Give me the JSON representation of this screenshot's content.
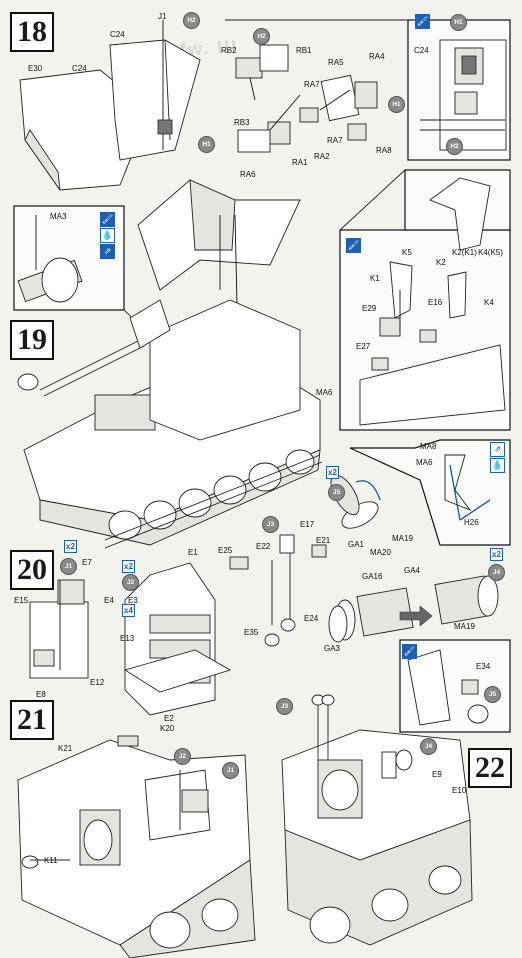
{
  "watermark": "Pz.Kpfw. III",
  "steps": {
    "s18": "18",
    "s19": "19",
    "s20": "20",
    "s21": "21",
    "s22": "22"
  },
  "part_labels": {
    "step18": [
      "J1",
      "C24",
      "E30",
      "C24",
      "H2",
      "H1",
      "RB2",
      "RB1",
      "RA5",
      "RA4",
      "RA7",
      "RA7",
      "RB3",
      "RA1",
      "RA2",
      "RA8",
      "RA6",
      "C24",
      "H1",
      "H2",
      "H1",
      "H2"
    ],
    "step19_inset": [
      "MA3",
      "MA6"
    ],
    "step19_right": [
      "K5",
      "K1",
      "K2",
      "K2(K1)",
      "K4(K5)",
      "K4",
      "E29",
      "E16",
      "E27"
    ],
    "step19_mantlet": [
      "MA8",
      "MA6",
      "H26",
      "J5",
      "GA1",
      "MA20",
      "MA19"
    ],
    "step20": [
      "J1",
      "E7",
      "E15",
      "E4",
      "E3",
      "E8",
      "E12",
      "E1",
      "E13",
      "E2",
      "K20",
      "J2",
      "E25",
      "E22",
      "E21",
      "J3",
      "E17",
      "E35",
      "E24",
      "GA16",
      "GA4",
      "GA3",
      "MA19",
      "J4",
      "E34",
      "J5"
    ],
    "step21": [
      "K21",
      "K11",
      "J2",
      "J1"
    ],
    "step22": [
      "J3",
      "J4",
      "E9",
      "E10"
    ]
  },
  "tags": {
    "j1": "J1",
    "j2": "J2",
    "j3": "J3",
    "j4": "J4",
    "j5": "J5",
    "h1": "H1",
    "h2": "H2"
  },
  "multipliers": {
    "x2a": "x2",
    "x2b": "x2",
    "x4": "x4",
    "x2c": "x2",
    "x2d": "x2"
  },
  "icons": {
    "brush": "🖌",
    "glue": "💧",
    "option": "⇗"
  }
}
